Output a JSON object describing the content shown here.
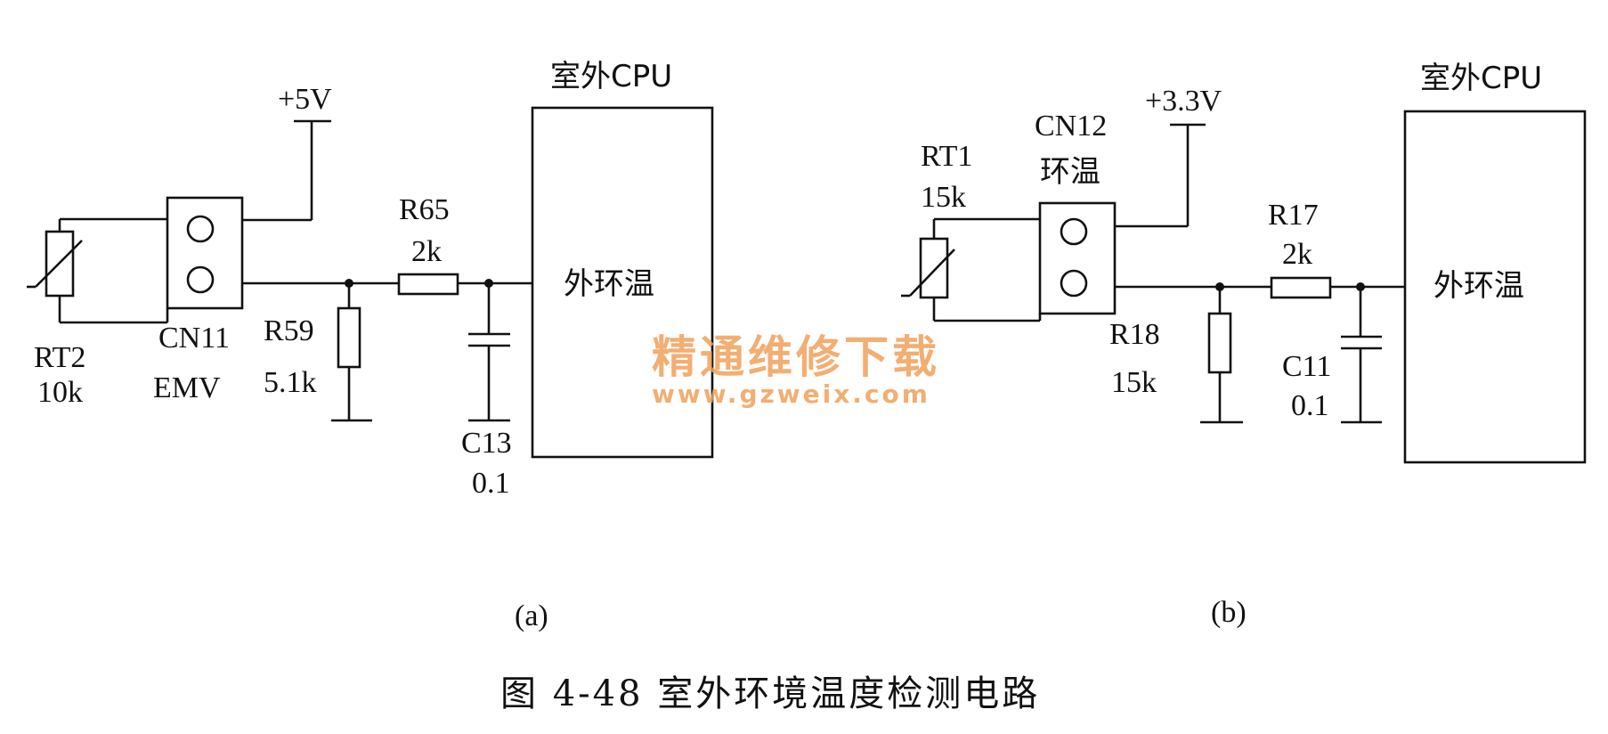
{
  "figure": {
    "caption": "图 4-48   室外环境温度检测电路",
    "panel_a_label": "(a)",
    "panel_b_label": "(b)"
  },
  "circuit_a": {
    "cpu_title": "室外CPU",
    "cpu_pin": "外环温",
    "supply": "+5V",
    "thermistor_name": "RT2",
    "thermistor_value": "10k",
    "connector_name": "CN11",
    "connector_note": "EMV",
    "r_pulldown_name": "R59",
    "r_pulldown_value": "5.1k",
    "r_series_name": "R65",
    "r_series_value": "2k",
    "cap_name": "C13",
    "cap_value": "0.1"
  },
  "circuit_b": {
    "cpu_title": "室外CPU",
    "cpu_pin": "外环温",
    "supply": "+3.3V",
    "thermistor_name": "RT1",
    "thermistor_value": "15k",
    "connector_name": "CN12",
    "connector_note": "环温",
    "r_pulldown_name": "R18",
    "r_pulldown_value": "15k",
    "r_series_name": "R17",
    "r_series_value": "2k",
    "cap_name": "C11",
    "cap_value": "0.1"
  },
  "watermark": {
    "title": "精通维修下载",
    "url": "www.gzweix.com"
  }
}
